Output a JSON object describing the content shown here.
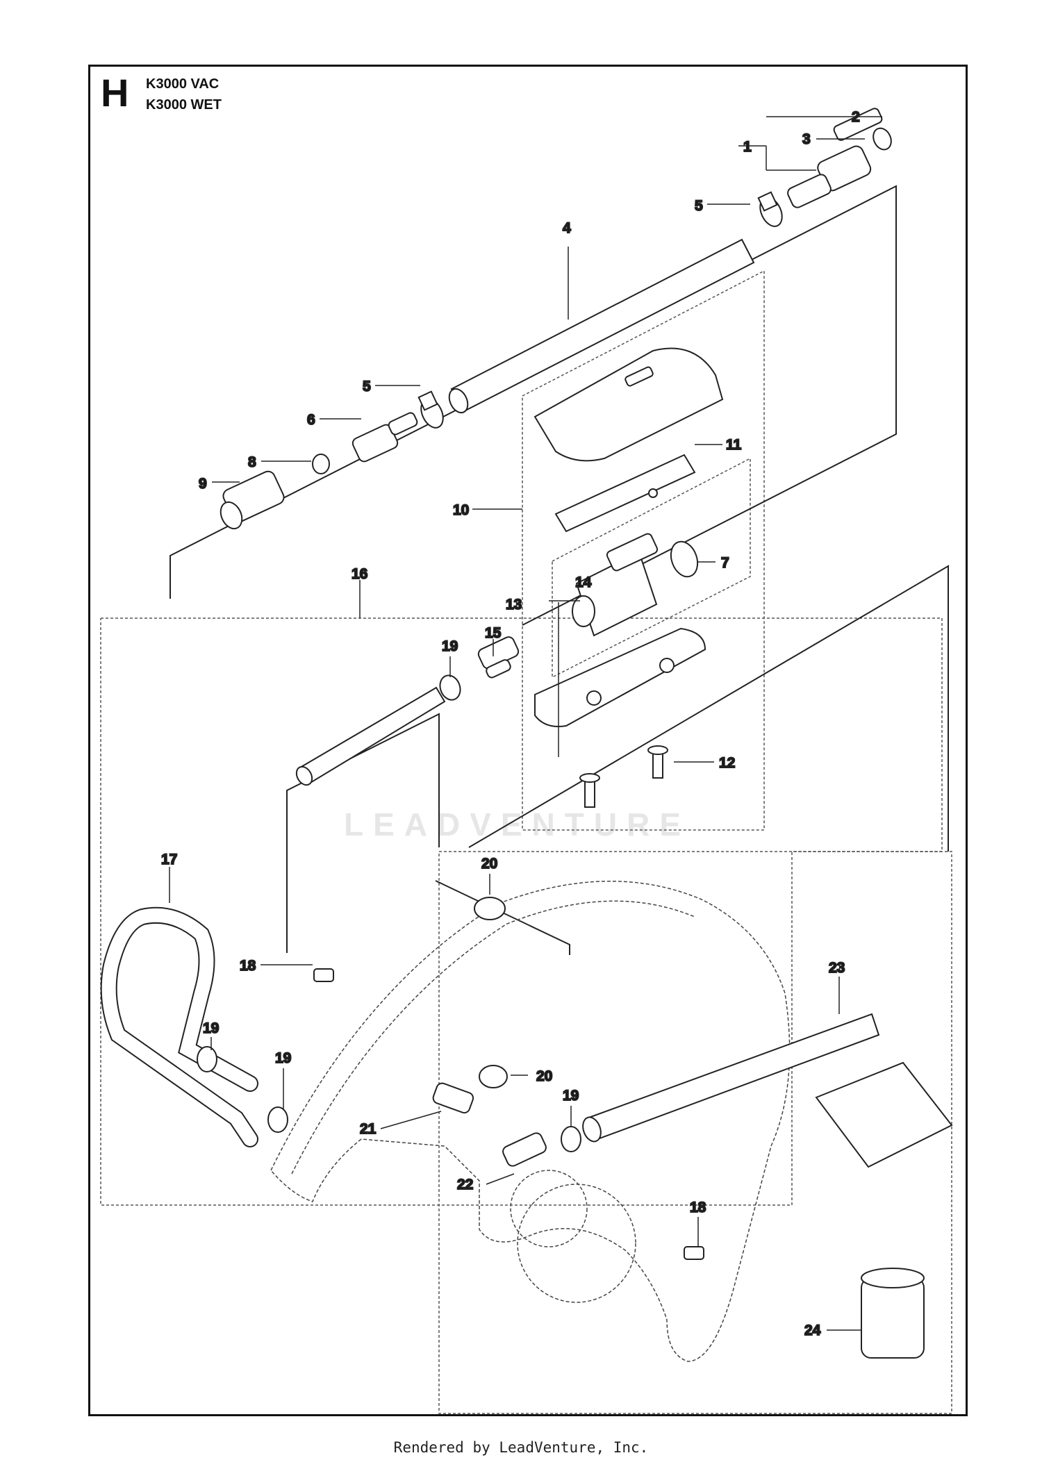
{
  "header": {
    "section_letter": "H",
    "models": [
      "K3000 VAC",
      "K3000 WET"
    ]
  },
  "callouts": [
    "1",
    "2",
    "3",
    "4",
    "5",
    "5",
    "6",
    "7",
    "8",
    "9",
    "10",
    "11",
    "12",
    "13",
    "14",
    "15",
    "16",
    "17",
    "18",
    "18",
    "19",
    "19",
    "19",
    "19",
    "20",
    "20",
    "21",
    "22",
    "23",
    "24"
  ],
  "watermark": "LEADVENTURE",
  "footer": "Rendered by LeadVenture, Inc."
}
